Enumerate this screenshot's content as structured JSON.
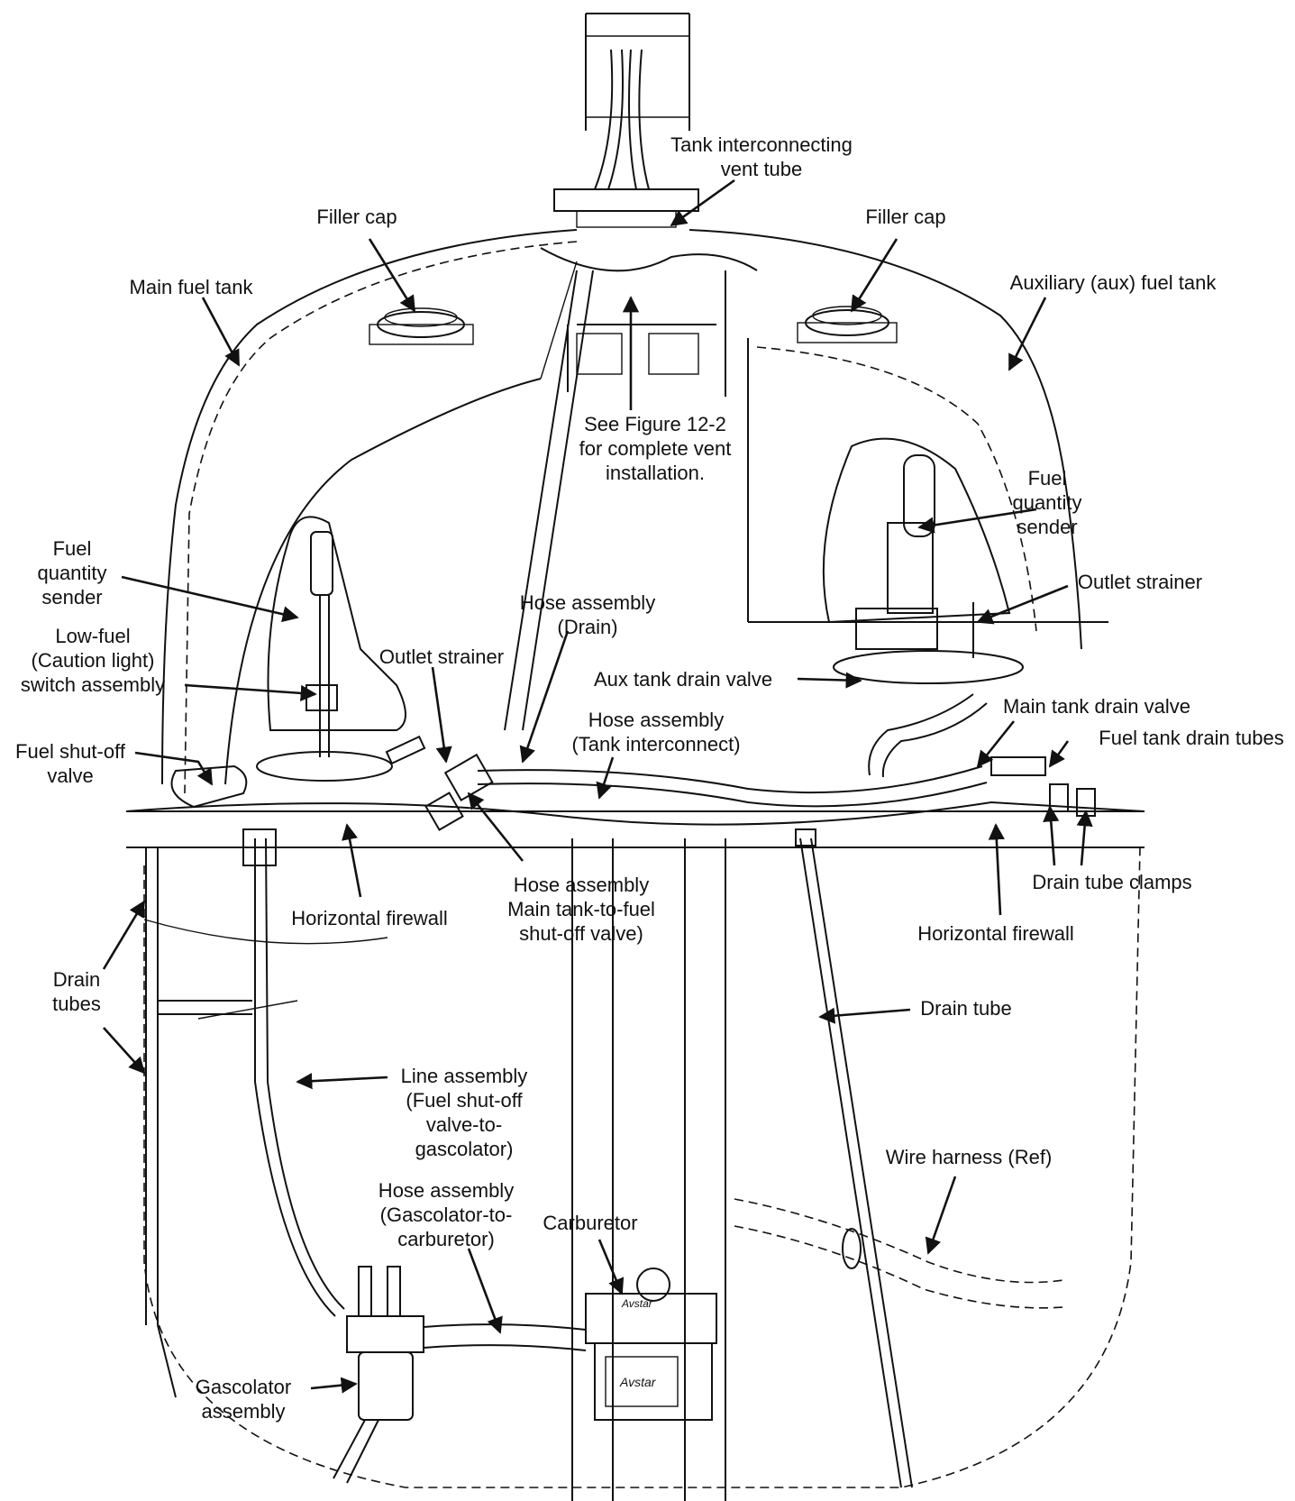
{
  "labels": {
    "tank_vent": "Tank interconnecting\nvent tube",
    "filler_cap_left": "Filler cap",
    "filler_cap_right": "Filler cap",
    "main_fuel_tank": "Main fuel tank",
    "aux_fuel_tank": "Auxiliary (aux) fuel tank",
    "see_figure": "See Figure 12-2\nfor complete vent\ninstallation.",
    "fuel_qty_sender_right": "Fuel\nquantity\nsender",
    "fuel_qty_sender_left": "Fuel\nquantity\nsender",
    "outlet_strainer_right": "Outlet strainer",
    "outlet_strainer_left": "Outlet strainer",
    "hose_drain": "Hose assembly\n(Drain)",
    "low_fuel_switch": "Low-fuel\n(Caution light)\nswitch assembly",
    "aux_drain_valve": "Aux tank drain valve",
    "hose_interconnect": "Hose assembly\n(Tank interconnect)",
    "main_drain_valve": "Main tank drain valve",
    "fuel_tank_drain_tubes": "Fuel tank drain tubes",
    "fuel_shutoff_valve": "Fuel shut-off\nvalve",
    "hose_main_shutoff": "Hose assembly\nMain tank-to-fuel\nshut-off valve)",
    "drain_tube_clamps": "Drain tube clamps",
    "horizontal_firewall_left": "Horizontal firewall",
    "horizontal_firewall_right": "Horizontal firewall",
    "drain_tubes": "Drain\ntubes",
    "drain_tube": "Drain tube",
    "line_assembly": "Line assembly\n(Fuel shut-off\nvalve-to-\ngascolator)",
    "wire_harness": "Wire harness (Ref)",
    "hose_gascolator_carb": "Hose assembly\n(Gascolator-to-\ncarburetor)",
    "carburetor": "Carburetor",
    "gascolator_assembly": "Gascolator\nassembly",
    "brand_mark": "Avstar"
  },
  "colors": {
    "ink": "#111111",
    "paper": "#ffffff"
  }
}
